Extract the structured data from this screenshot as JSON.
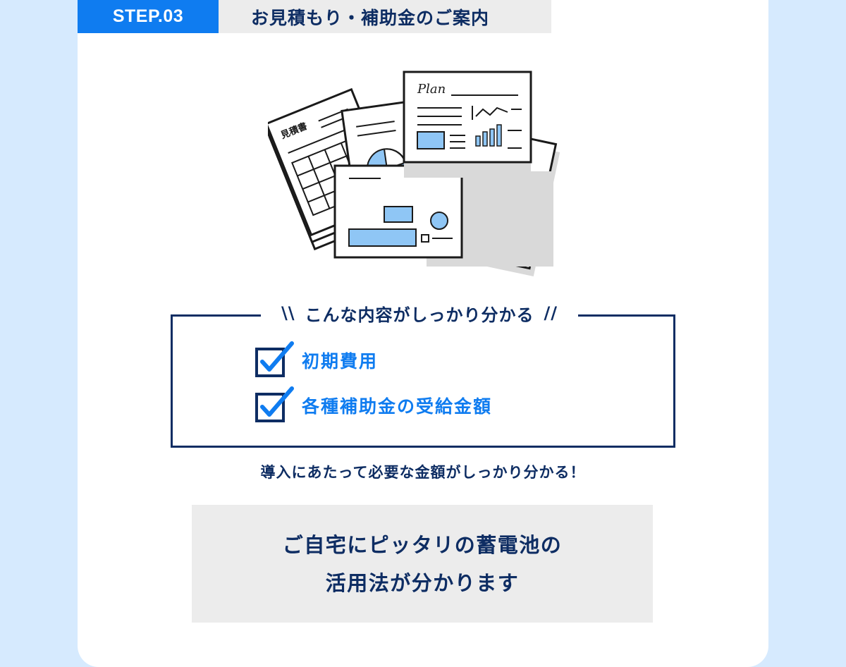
{
  "step": {
    "badge": "STEP.03",
    "title": "お見積もり・補助金のご案内"
  },
  "illustration": {
    "estimate_doc_label": "見積書",
    "plan_doc_label": "Plan"
  },
  "info": {
    "slash_left": "\\\\",
    "heading": "こんな内容がしっかり分かる",
    "slash_right": "//",
    "items": [
      {
        "label": "初期費用"
      },
      {
        "label": "各種補助金の受給金額"
      }
    ]
  },
  "summary": "導入にあたって必要な金額がしっかり分かる！",
  "callout": {
    "line1": "ご自宅にピッタリの蓄電池の",
    "line2": "活用法が分かります"
  },
  "colors": {
    "page_bg": "#d6eafe",
    "accent_blue": "#0f7cf0",
    "navy": "#0e2d63",
    "light_blue_fill": "#8fc6f5",
    "panel_gray": "#ececec"
  }
}
